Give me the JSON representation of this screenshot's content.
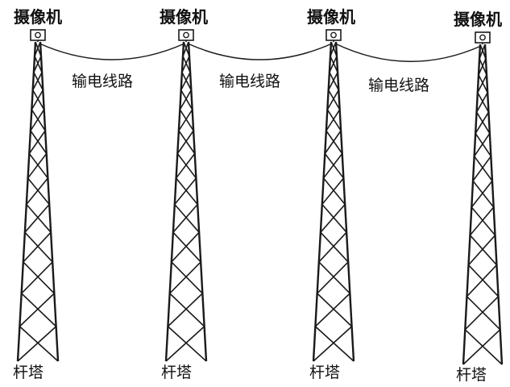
{
  "diagram": {
    "camera_label": "摄像机",
    "line_label": "输电线路",
    "tower_label": "杆塔",
    "towers": [
      {
        "camera_label": "摄像机",
        "tower_label": "杆塔"
      },
      {
        "camera_label": "摄像机",
        "tower_label": "杆塔"
      },
      {
        "camera_label": "摄像机",
        "tower_label": "杆塔"
      },
      {
        "camera_label": "摄像机",
        "tower_label": "杆塔"
      }
    ],
    "spans": [
      {
        "line_label": "输电线路"
      },
      {
        "line_label": "输电线路"
      },
      {
        "line_label": "输电线路"
      }
    ],
    "colors": {
      "stroke": "#1a1a1a",
      "background": "#ffffff"
    }
  }
}
